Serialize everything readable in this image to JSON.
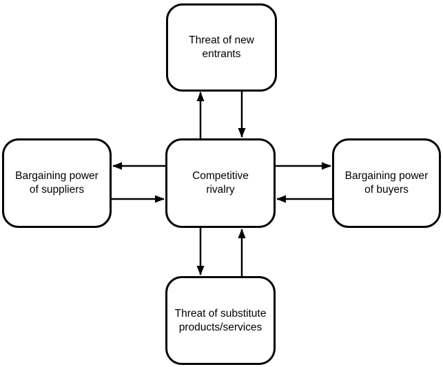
{
  "colors": {
    "background": "#ffffff",
    "box_fill": "#ffffff",
    "box_border": "#000000",
    "arrow": "#000000",
    "text": "#000000"
  },
  "nodes": {
    "top": {
      "label": "Threat of new\nentrants"
    },
    "left": {
      "label": "Bargaining power\nof suppliers"
    },
    "center": {
      "label": "Competitive\nrivalry"
    },
    "right": {
      "label": "Bargaining power\nof buyers"
    },
    "bottom": {
      "label": "Threat of substitute\nproducts/services"
    }
  }
}
